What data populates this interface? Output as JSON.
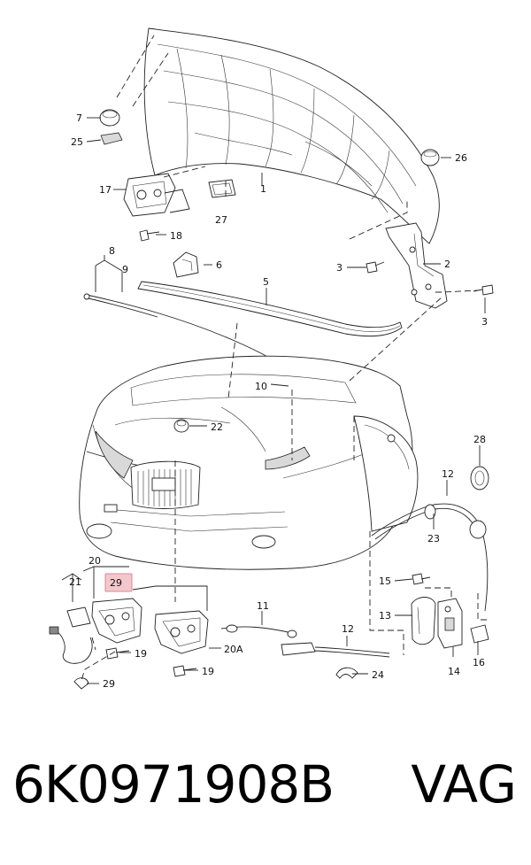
{
  "labels": {
    "l1": "1",
    "l2": "2",
    "l3a": "3",
    "l3b": "3",
    "l6": "6",
    "l5": "5",
    "l7": "7",
    "l8": "8",
    "l9": "9",
    "l10": "10",
    "l11": "11",
    "l12a": "12",
    "l12b": "12",
    "l13": "13",
    "l14": "14",
    "l15": "15",
    "l16": "16",
    "l17": "17",
    "l18": "18",
    "l19a": "19",
    "l19b": "19",
    "l20": "20",
    "l20a": "20A",
    "l21": "21",
    "l22": "22",
    "l23": "23",
    "l24": "24",
    "l25": "25",
    "l26": "26",
    "l27": "27",
    "l28": "28",
    "l29a": "29",
    "l29b": "29"
  },
  "highlight": {
    "color": "#f4c7cc",
    "border": "#d98a94"
  },
  "footer": {
    "part_code": "6K0971908B",
    "brand": "VAG"
  }
}
